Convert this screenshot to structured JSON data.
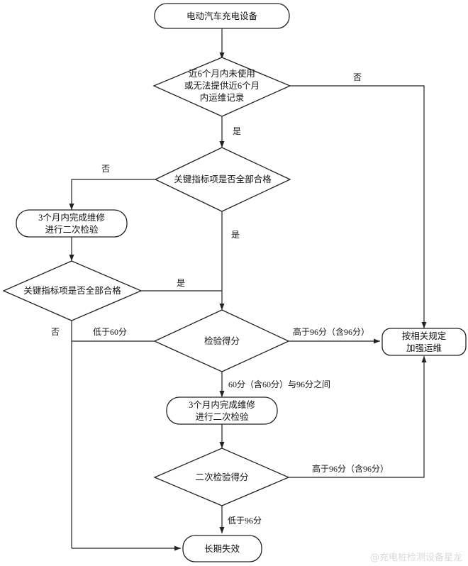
{
  "nodes": {
    "start": "电动汽车充电设备",
    "q1": [
      "近6个月内未使用",
      "或无法提供近6个月",
      "内运维记录"
    ],
    "q2": "关键指标项是否全部合格",
    "repair1": [
      "3个月内完成维修",
      "进行二次检验"
    ],
    "q3": "关键指标项是否全部合格",
    "score": "检验得分",
    "right_box": [
      "按相关规定",
      "加强运维"
    ],
    "repair2": [
      "3个月内完成维修",
      "进行二次检验"
    ],
    "score2": "二次检验得分",
    "end": "长期失效"
  },
  "labels": {
    "q1_no": "否",
    "q1_yes": "是",
    "q2_no": "否",
    "q2_yes": "是",
    "q3_yes": "是",
    "q3_no": "否",
    "score_low": "低于60分",
    "score_high": "高于96分（含96分）",
    "score_mid": "60分（含60分）与96分之间",
    "score2_high": "高于96分（含96分）",
    "score2_low": "低于96分"
  },
  "watermark": "@充电桩检测设备星龙"
}
